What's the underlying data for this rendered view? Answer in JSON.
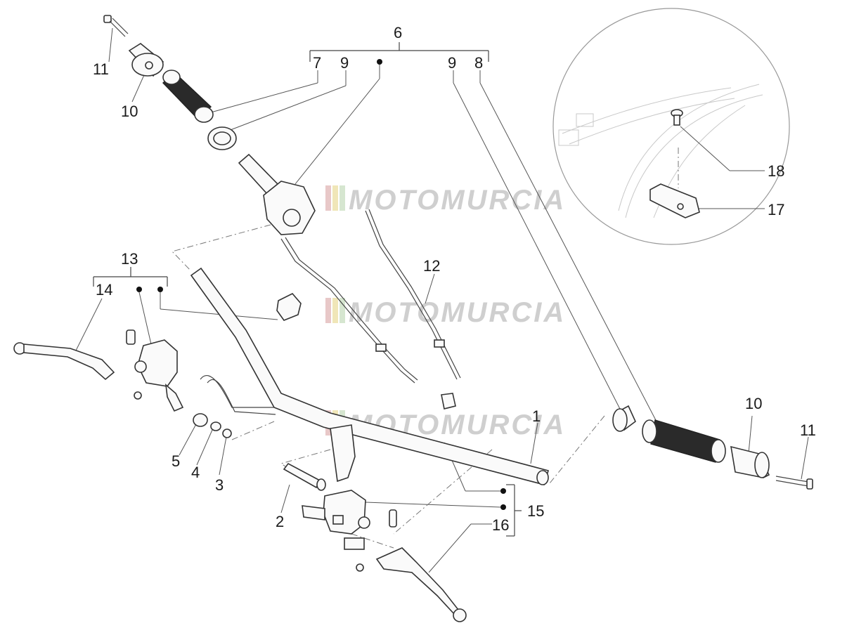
{
  "watermark": "MOTOMURCIA",
  "labels": [
    {
      "id": "label-6",
      "text": "6"
    },
    {
      "id": "label-7",
      "text": "7"
    },
    {
      "id": "label-9a",
      "text": "9"
    },
    {
      "id": "label-9b",
      "text": "9"
    },
    {
      "id": "label-8",
      "text": "8"
    },
    {
      "id": "label-11a",
      "text": "11"
    },
    {
      "id": "label-10a",
      "text": "10"
    },
    {
      "id": "label-13",
      "text": "13"
    },
    {
      "id": "label-14",
      "text": "14"
    },
    {
      "id": "label-12",
      "text": "12"
    },
    {
      "id": "label-1",
      "text": "1"
    },
    {
      "id": "label-5",
      "text": "5"
    },
    {
      "id": "label-4",
      "text": "4"
    },
    {
      "id": "label-3",
      "text": "3"
    },
    {
      "id": "label-2",
      "text": "2"
    },
    {
      "id": "label-15",
      "text": "15"
    },
    {
      "id": "label-16",
      "text": "16"
    },
    {
      "id": "label-10b",
      "text": "10"
    },
    {
      "id": "label-11b",
      "text": "11"
    },
    {
      "id": "label-18",
      "text": "18"
    },
    {
      "id": "label-17",
      "text": "17"
    }
  ]
}
